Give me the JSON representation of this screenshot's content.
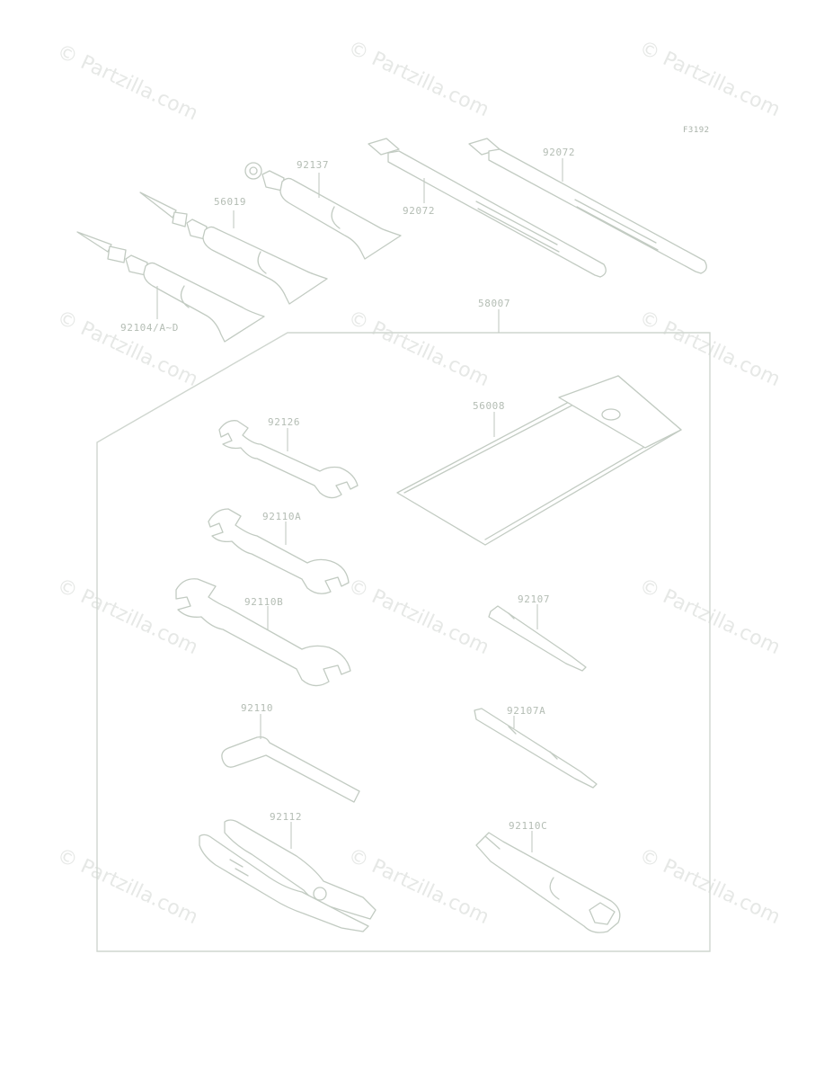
{
  "figure_code": "F3192",
  "watermark": {
    "text": "© Partzilla.com"
  },
  "parts": [
    {
      "id": "tube_large",
      "label": "92104/A~D"
    },
    {
      "id": "tube_mid",
      "label": "56019"
    },
    {
      "id": "tube_small",
      "label": "92137"
    },
    {
      "id": "tie_left",
      "label": "92072"
    },
    {
      "id": "tie_right",
      "label": "92072"
    },
    {
      "id": "toolkit",
      "label": "58007"
    },
    {
      "id": "tool_bag",
      "label": "56008"
    },
    {
      "id": "wrench_1",
      "label": "92126"
    },
    {
      "id": "wrench_2",
      "label": "92110A"
    },
    {
      "id": "wrench_3",
      "label": "92110B"
    },
    {
      "id": "driver_1",
      "label": "92107"
    },
    {
      "id": "driver_2",
      "label": "92107A"
    },
    {
      "id": "hex_key",
      "label": "92110"
    },
    {
      "id": "pliers",
      "label": "92112"
    },
    {
      "id": "plug_wrench",
      "label": "92110C"
    }
  ]
}
